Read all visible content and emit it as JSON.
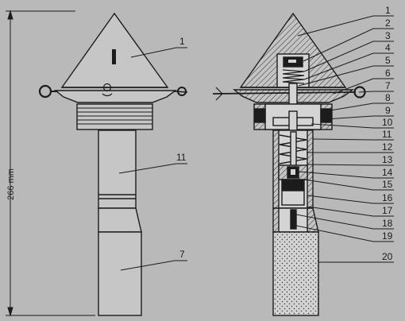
{
  "dimension": {
    "label": "266 mm"
  },
  "left_view_labels": [
    "1",
    "11",
    "7"
  ],
  "right_view_labels": [
    "1",
    "2",
    "3",
    "4",
    "5",
    "6",
    "7",
    "8",
    "9",
    "10",
    "11",
    "12",
    "13",
    "14",
    "15",
    "16",
    "17",
    "18",
    "19",
    "20"
  ],
  "colors": {
    "background": "#b9b9b9",
    "ink": "#1c1c1c",
    "body_fill": "#c4c4c4"
  }
}
